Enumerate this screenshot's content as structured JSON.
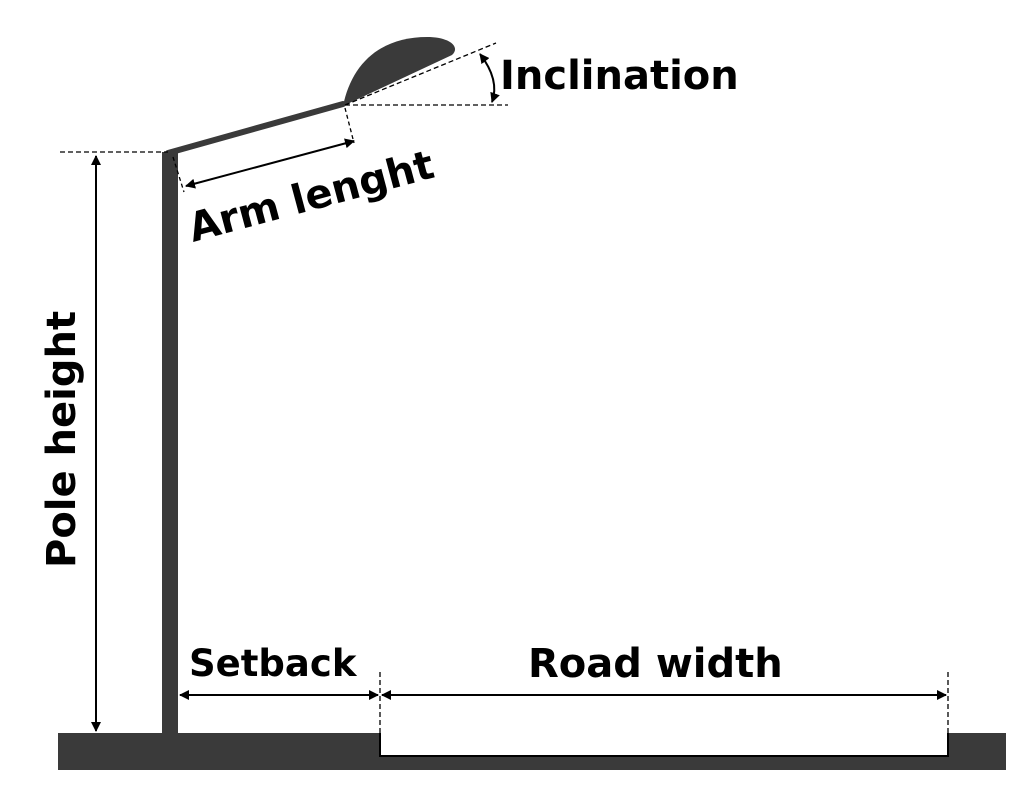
{
  "labels": {
    "inclination": "Inclination",
    "arm_length": "Arm lenght",
    "pole_height": "Pole height",
    "setback": "Setback",
    "road_width": "Road width"
  },
  "colors": {
    "structure": "#3a3a3a",
    "line": "#000000",
    "background": "#ffffff"
  }
}
